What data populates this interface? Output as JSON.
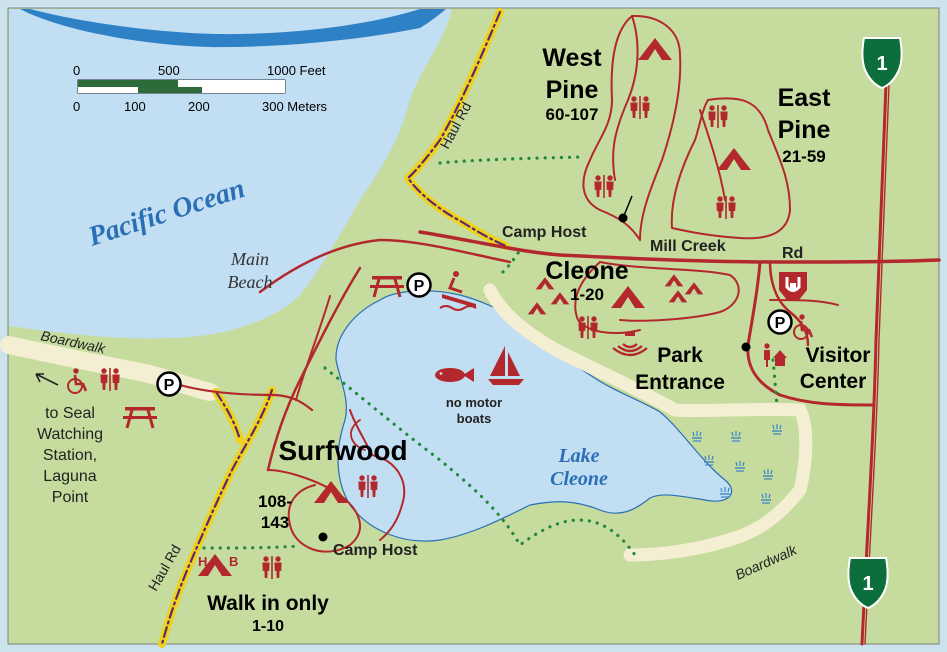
{
  "colors": {
    "land": "#c6dc9e",
    "water": "#c2def2",
    "water_label": "#2a6fb6",
    "road": "#b3282d",
    "trail": "#1f8a3e",
    "haul_road": "#f0d21c",
    "boardwalk": "#f4efd2",
    "frame": "#cde3ec",
    "highway_shield": "#0c6e3a"
  },
  "scale": {
    "feet_ticks": [
      "0",
      "500",
      "1000 Feet"
    ],
    "meter_ticks": [
      "0",
      "100",
      "200",
      "300 Meters"
    ]
  },
  "water_labels": {
    "ocean": "Pacific Ocean",
    "lake_line1": "Lake",
    "lake_line2": "Cleone"
  },
  "place_labels": {
    "main_beach_line1": "Main",
    "main_beach_line2": "Beach",
    "haul_rd_north": "Haul Rd",
    "haul_rd_south": "Haul Rd",
    "boardwalk_west": "Boardwalk",
    "boardwalk_east": "Boardwalk",
    "mill_creek_rd_1": "Mill Creek",
    "mill_creek_rd_2": "Rd",
    "camp_host_north": "Camp Host",
    "camp_host_south": "Camp Host",
    "no_motor_line1": "no motor",
    "no_motor_line2": "boats",
    "seal_watching": [
      "to Seal",
      "Watching",
      "Station,",
      "Laguna",
      "Point"
    ]
  },
  "campgrounds": {
    "west_pine": {
      "name_line1": "West",
      "name_line2": "Pine",
      "sites": "60-107"
    },
    "east_pine": {
      "name_line1": "East",
      "name_line2": "Pine",
      "sites": "21-59"
    },
    "cleone": {
      "name": "Cleone",
      "sites": "1-20"
    },
    "surfwood": {
      "name": "Surfwood",
      "sites_line1": "108-",
      "sites_line2": "143"
    },
    "walk_in": {
      "name": "Walk in only",
      "sites": "1-10",
      "h_label": "H",
      "b_label": "B"
    }
  },
  "facilities": {
    "park_entrance_line1": "Park",
    "park_entrance_line2": "Entrance",
    "visitor_center_line1": "Visitor",
    "visitor_center_line2": "Center"
  },
  "highway": {
    "number": "1"
  },
  "icons": {
    "parking_letter": "P",
    "camping": "tent-icon",
    "restroom": "restroom-icon",
    "accessible": "wheelchair-icon",
    "picnic": "picnic-table-icon",
    "boat_launch": "boat-launch-icon",
    "fishing": "fish-icon",
    "sailing": "sailboat-icon",
    "ranger_station": "ranger-station-icon",
    "amphitheater": "amphitheater-icon",
    "marsh": "marsh-icon",
    "highway_shield": "highway-shield-icon"
  }
}
